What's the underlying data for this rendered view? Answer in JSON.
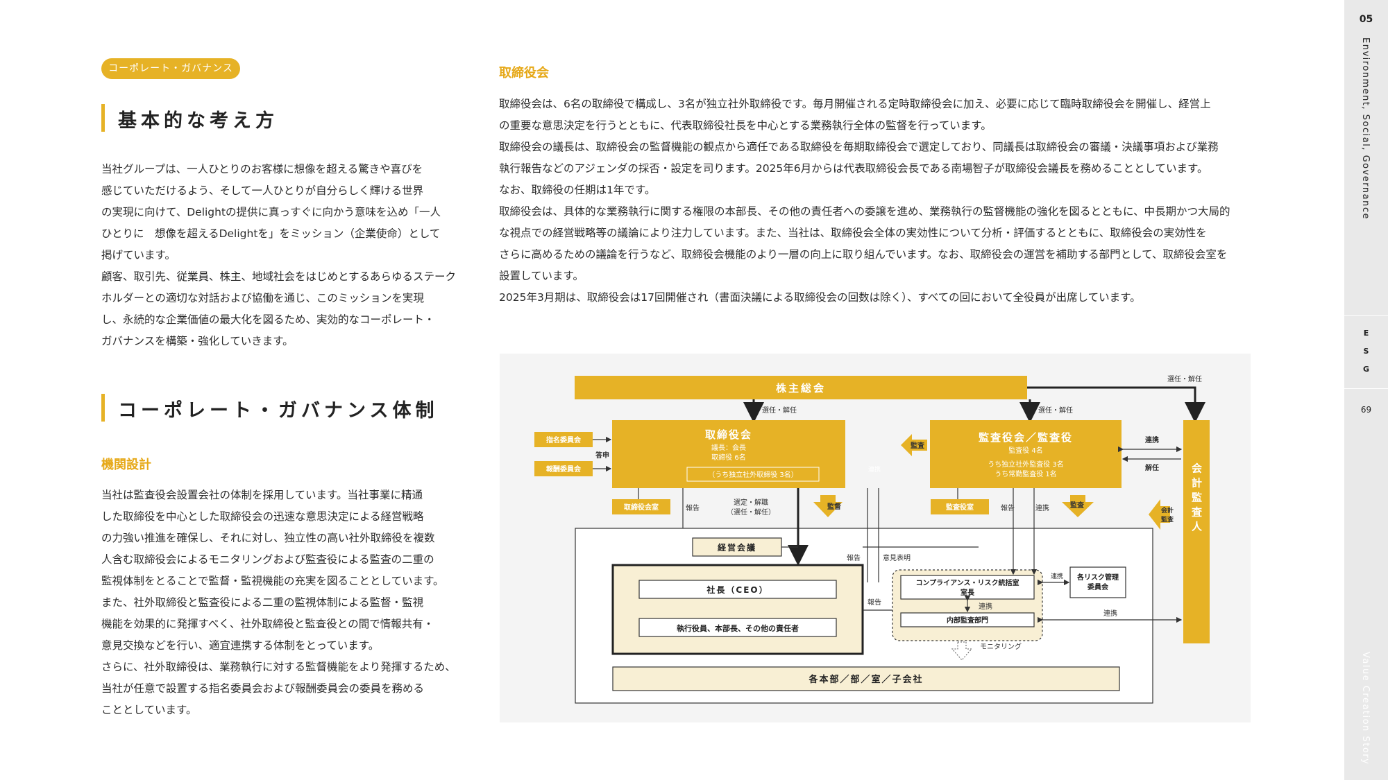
{
  "sidebar": {
    "section_number": "05",
    "section_title": "Environment, Social, Governance",
    "esg_letters": [
      "E",
      "S",
      "G"
    ],
    "page_number": "69",
    "footer_title": "Value Creation Story"
  },
  "left": {
    "pill": "コーポレート・ガバナンス",
    "heading1": "基本的な考え方",
    "paragraph1": [
      "当社グループは、一人ひとりのお客様に想像を超える驚きや喜びを",
      "感じていただけるよう、そして一人ひとりが自分らしく輝ける世界",
      "の実現に向けて、Delightの提供に真っすぐに向かう意味を込め「一人",
      "ひとりに　想像を超えるDelightを」をミッション（企業使命）として",
      "掲げています。",
      "顧客、取引先、従業員、株主、地域社会をはじめとするあらゆるステーク",
      "ホルダーとの適切な対話および協働を通じ、このミッションを実現",
      "し、永続的な企業価値の最大化を図るため、実効的なコーポレート・",
      "ガバナンスを構築・強化していきます。"
    ],
    "heading2": "コーポレート・ガバナンス体制",
    "subheading": "機関設計",
    "paragraph2": [
      "当社は監査役会設置会社の体制を採用しています。当社事業に精通",
      "した取締役を中心とした取締役会の迅速な意思決定による経営戦略",
      "の力強い推進を確保し、それに対し、独立性の高い社外取締役を複数",
      "人含む取締役会によるモニタリングおよび監査役による監査の二重の",
      "監視体制をとることで監督・監視機能の充実を図ることとしています。",
      "また、社外取締役と監査役による二重の監視体制による監督・監視",
      "機能を効果的に発揮すべく、社外取締役と監査役との間で情報共有・",
      "意見交換などを行い、適宜連携する体制をとっています。",
      "さらに、社外取締役は、業務執行に対する監督機能をより発揮するため、",
      "当社が任意で設置する指名委員会および報酬委員会の委員を務める",
      "こととしています。"
    ]
  },
  "right": {
    "subheading": "取締役会",
    "paragraph": [
      "取締役会は、6名の取締役で構成し、3名が独立社外取締役です。毎月開催される定時取締役会に加え、必要に応じて臨時取締役会を開催し、経営上",
      "の重要な意思決定を行うとともに、代表取締役社長を中心とする業務執行全体の監督を行っています。",
      "取締役会の議長は、取締役会の監督機能の観点から適任である取締役を毎期取締役会で選定しており、同議長は取締役会の審議・決議事項および業務",
      "執行報告などのアジェンダの採否・設定を司ります。2025年6月からは代表取締役会長である南場智子が取締役会議長を務めることとしています。",
      "なお、取締役の任期は1年です。",
      "取締役会は、具体的な業務執行に関する権限の本部長、その他の責任者への委譲を進め、業務執行の監督機能の強化を図るとともに、中長期かつ大局的",
      "な視点での経営戦略等の議論により注力しています。また、当社は、取締役会全体の実効性について分析・評価するとともに、取締役会の実効性を",
      "さらに高めるための議論を行うなど、取締役会機能のより一層の向上に取り組んでいます。なお、取締役会の運営を補助する部門として、取締役会室を",
      "設置しています。",
      "2025年3月期は、取締役会は17回開催され（書面決議による取締役会の回数は除く）、すべての回において全役員が出席しています。"
    ]
  },
  "diagram": {
    "shareholders": "株主総会",
    "elect_dismiss": "選任・解任",
    "board": {
      "title": "取締役会",
      "line1": "議長：会長",
      "line2": "取締役 6名",
      "line3": "（うち独立社外取締役 3名）"
    },
    "auditors": {
      "title": "監査役会／監査役",
      "line1": "監査役 4名",
      "line2": "うち独立社外監査役 3名",
      "line3": "うち常勤監査役 1名"
    },
    "nomination_committee": "指名委員会",
    "compensation_committee": "報酬委員会",
    "report_answer": "答申",
    "audit": "監査",
    "cooperation": "連携",
    "dismiss": "解任",
    "accounting_auditor": "会計監査人",
    "accounting_audit": "会計監査",
    "board_office": "取締役会室",
    "auditor_office": "監査役室",
    "report": "報告",
    "appoint": "選定・解職",
    "appoint_sub": "（選任・解任）",
    "supervision": "監督",
    "management_meeting": "経営会議",
    "president": "社長（CEO）",
    "executives": "執行役員、本部長、その他の責任者",
    "opinion": "意見表明",
    "compliance_line1": "コンプライアンス・リスク統括室",
    "compliance_line2": "室長",
    "internal_audit": "内部監査部門",
    "risk_committee_line1": "各リスク管理",
    "risk_committee_line2": "委員会",
    "monitoring": "モニタリング",
    "departments": "各本部／部／室／子会社",
    "colors": {
      "gold": "#e6b226",
      "cream": "#f8efd4",
      "bg": "#f4f4f4",
      "line": "#333333"
    }
  }
}
